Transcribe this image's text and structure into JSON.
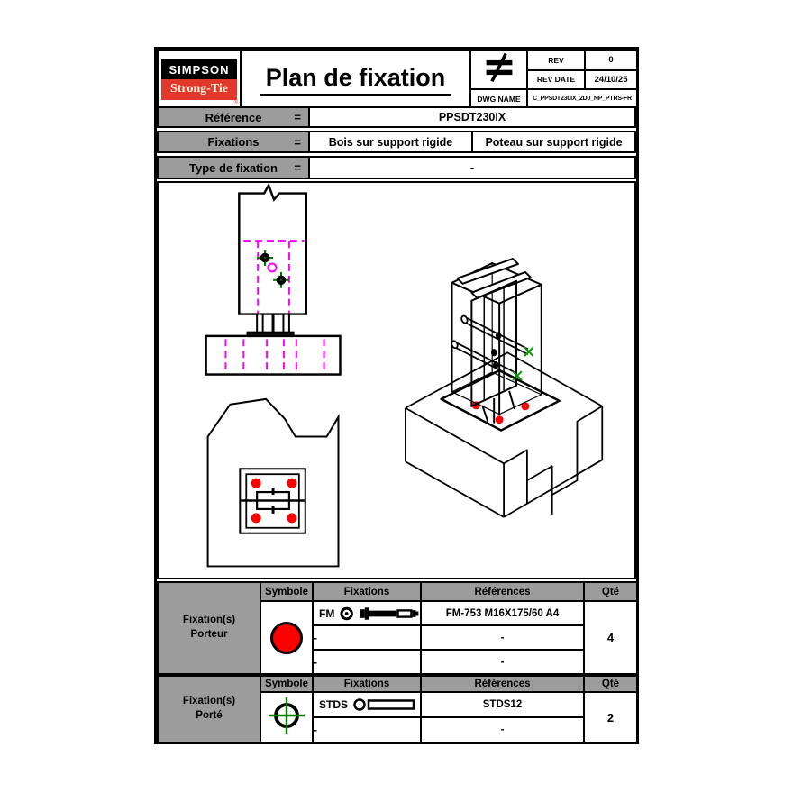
{
  "title_block": {
    "logo_top": "SIMPSON",
    "logo_bottom": "Strong-Tie",
    "logo_reg": "®",
    "doc_title": "Plan de fixation",
    "rev_label": "REV",
    "rev_value": "0",
    "rev_date_label": "REV DATE",
    "rev_date_value": "24/10/25",
    "dwg_name_label": "DWG NAME",
    "dwg_name_value": "C_PPSDT230IX_2D0_NP_PTRS-FR"
  },
  "reference_table": {
    "equals_sign": "=",
    "rows": [
      {
        "label": "Référence",
        "values": [
          "PPSDT230IX"
        ]
      },
      {
        "label": "Fixations",
        "values": [
          "Bois sur support rigide",
          "Poteau sur support rigide"
        ]
      },
      {
        "label": "Type de fixation",
        "values": [
          "-"
        ]
      }
    ]
  },
  "fixation_columns": [
    "Symbole",
    "Fixations",
    "Références",
    "Qté"
  ],
  "porteur_table": {
    "group_label_line1": "Fixation(s)",
    "group_label_line2": "Porteur",
    "symbol_name": "red-filled-circle",
    "rows": [
      {
        "fixation_label": "FM",
        "reference": "FM-753 M16X175/60 A4"
      },
      {
        "fixation_label": "-",
        "reference": "-"
      },
      {
        "fixation_label": "-",
        "reference": "-"
      }
    ],
    "qty": "4"
  },
  "porte_table": {
    "group_label_line1": "Fixation(s)",
    "group_label_line2": "Porté",
    "symbol_name": "green-crosshair-circle",
    "rows": [
      {
        "fixation_label": "STDS",
        "reference": "STDS12"
      },
      {
        "fixation_label": "-",
        "reference": "-"
      }
    ],
    "qty": "2"
  },
  "colors": {
    "brand_red": "#E0392B",
    "table_gray": "#9C9C9C",
    "anchor_red": "#FF0000",
    "fixing_green": "#008000",
    "hidden_line_magenta": "#FF00FF"
  }
}
